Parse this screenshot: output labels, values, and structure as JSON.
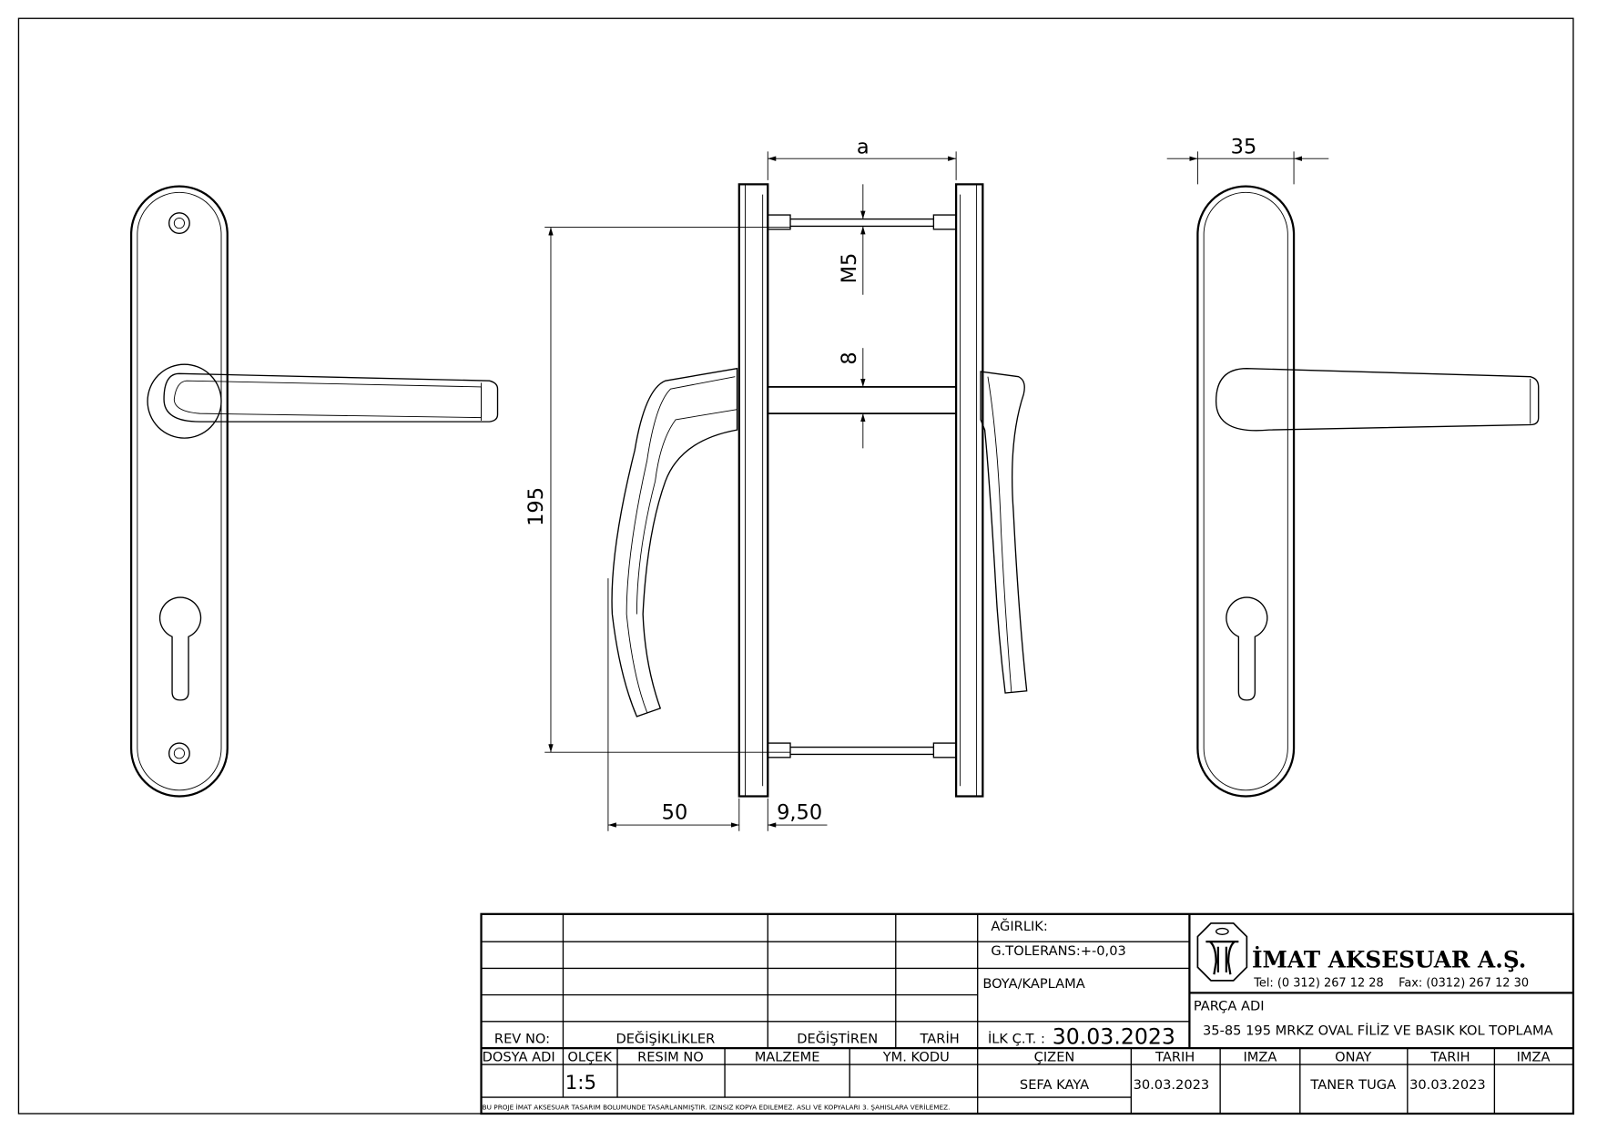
{
  "dimensions": {
    "a": "a",
    "width_35": "35",
    "height_195": "195",
    "thread": "M5",
    "spindle": "8",
    "projection_50": "50",
    "plate_950": "9,50"
  },
  "title_block": {
    "weight_label": "AĞIRLIK:",
    "tolerance": "G.TOLERANS:+-0,03",
    "finish_label": "BOYA/KAPLAMA",
    "first_date_label": "İLK Ç.T. :",
    "first_date": "30.03.2023",
    "rev_no": "REV NO:",
    "changes": "DEĞİŞİKLİKLER",
    "changed_by": "DEĞİŞTİREN",
    "date": "TARİH",
    "company": "İMAT AKSESUAR A.Ş.",
    "contact": "Tel: (0 312) 267 12 28    Fax: (0312) 267 12 30",
    "part_name_label": "PARÇA ADI",
    "part_name": "35-85 195 MRKZ OVAL FİLİZ VE BASIK KOL TOPLAMA",
    "headers": [
      "DOSYA ADI",
      "OLÇEK",
      "RESIM NO",
      "MALZEME",
      "YM. KODU",
      "ÇIZEN",
      "TARIH",
      "IMZA",
      "ONAY",
      "TARIH",
      "IMZA"
    ],
    "scale": "1:5",
    "drawn_by": "SEFA KAYA",
    "drawn_date": "30.03.2023",
    "approved_by": "TANER TUGA",
    "approved_date": "30.03.2023",
    "notice": "BU PROJE İMAT AKSESUAR TASARIM BOLUMUNDE TASARLANMIŞTIR. IZINSIZ KOPYA EDILEMEZ. ASLI VE KOPYALARI 3. ŞAHISLARA VERİLEMEZ."
  }
}
